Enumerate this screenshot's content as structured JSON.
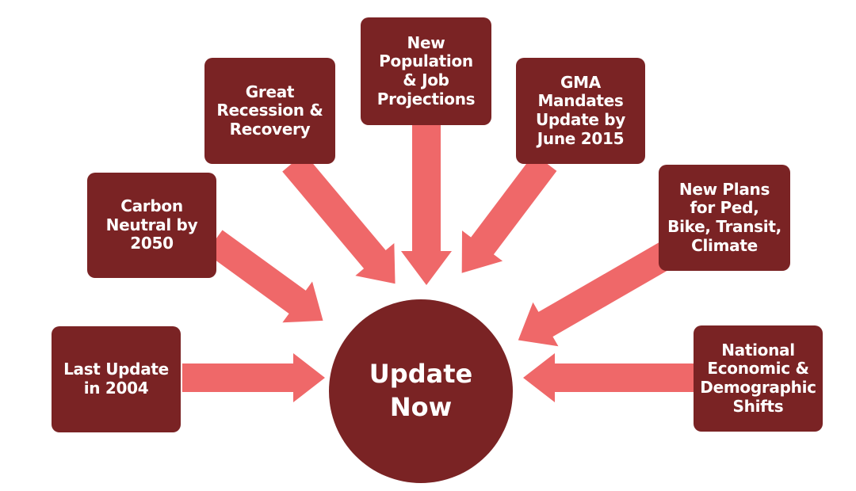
{
  "center": {
    "label": "Update\nNow"
  },
  "factors": {
    "last_update": "Last Update\nin 2004",
    "carbon_neutral": "Carbon\nNeutral by\n2050",
    "recession": "Great\nRecession &\nRecovery",
    "population": "New\nPopulation\n& Job\nProjections",
    "gma": "GMA\nMandates\nUpdate by\nJune 2015",
    "new_plans": "New Plans\nfor Ped,\nBike, Transit,\nClimate",
    "national": "National\nEconomic &\nDemographic\nShifts"
  },
  "colors": {
    "box": "#7a2324",
    "arrow": "#ef6869",
    "text": "#ffffff"
  }
}
